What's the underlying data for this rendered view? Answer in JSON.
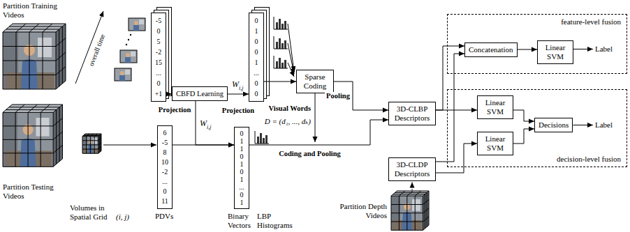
{
  "diagram": {
    "nodes": [
      {
        "text": [
          "-5",
          "0",
          "5",
          "-2",
          "15",
          "...",
          "0",
          "+1"
        ]
      },
      {
        "text": [
          "CBFD Learning"
        ]
      },
      {
        "text": [
          "0",
          "1",
          "0",
          "0",
          "1",
          "...",
          "0",
          "0"
        ]
      },
      {
        "text": [
          "Sparse Coding"
        ]
      },
      {
        "text": [
          "6",
          "-5",
          "8",
          "10",
          "-2",
          "...",
          "0",
          "11"
        ]
      },
      {
        "text": [
          "0",
          "1",
          "1",
          "0",
          "1",
          "0",
          "1",
          "...",
          "0",
          "1"
        ]
      },
      {
        "text": [
          "3D-CLBP Descriptors"
        ]
      },
      {
        "text": [
          "3D-CLDP Descriptors"
        ]
      },
      {
        "text": [
          "feature-level fusion"
        ]
      },
      {
        "text": [
          "Concatenation"
        ],
        "in": 8
      },
      {
        "text": [
          "Linear SVM"
        ],
        "in": 8
      },
      {
        "text": [
          "decision-level fusion"
        ]
      },
      {
        "text": [
          "Linear SVM"
        ],
        "in": 11
      },
      {
        "text": [
          "Linear SVM"
        ],
        "in": 11
      },
      {
        "text": [
          "Decisions"
        ],
        "in": 11
      }
    ],
    "edges": [
      {
        "from": 0,
        "to": 1,
        "arrow": "to"
      },
      {
        "from": 1,
        "to": 2,
        "label": "Projection",
        "arrow": "to"
      },
      {
        "from": 1,
        "to": 5,
        "label": "Projection",
        "arrow": "to"
      },
      {
        "from": 2,
        "to": 3,
        "arrow": "to"
      },
      {
        "from": 3,
        "to": 6,
        "label": "Pooling",
        "arrow": "to"
      },
      {
        "from": 4,
        "to": 5,
        "arrow": "to"
      },
      {
        "from": 5,
        "to": 6,
        "label": "Coding and Pooling",
        "arrow": "to"
      },
      {
        "from": 6,
        "to": 9,
        "arrow": "to"
      },
      {
        "from": 6,
        "to": 12,
        "arrow": "to"
      },
      {
        "from": 7,
        "to": 9,
        "arrow": "to"
      },
      {
        "from": 7,
        "to": 13,
        "arrow": "to"
      },
      {
        "from": 9,
        "to": 10,
        "arrow": "to"
      },
      {
        "from": 12,
        "to": 14,
        "arrow": "to"
      },
      {
        "from": 13,
        "to": 14,
        "arrow": "to"
      }
    ],
    "labels": [
      "Partition Training Videos",
      "overall time",
      "W",
      "i,j",
      "Partition Testing Videos",
      "Volumes in Spatial Grid",
      "(i, j)",
      "PDVs",
      "W",
      "i,j",
      "Binary Vectors",
      "LBP Histograms",
      "Visual Words",
      "D = (d₁, ..., dₖ)",
      "Label",
      "Label",
      "Partition Depth Videos"
    ]
  }
}
